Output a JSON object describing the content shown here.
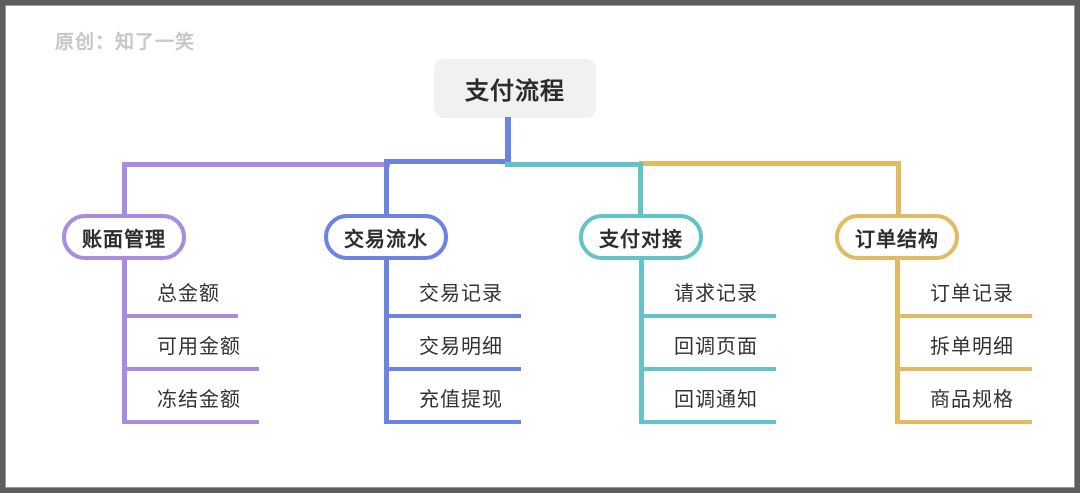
{
  "watermark": "原创：知了一笑",
  "root": {
    "label": "支付流程",
    "box_bg": "#f1f1f3"
  },
  "branches": [
    {
      "label": "账面管理",
      "color": "#a78ce0",
      "children": [
        "总金额",
        "可用金额",
        "冻结金额"
      ]
    },
    {
      "label": "交易流水",
      "color": "#6b83e2",
      "children": [
        "交易记录",
        "交易明细",
        "充值提现"
      ]
    },
    {
      "label": "支付对接",
      "color": "#64c3c5",
      "children": [
        "请求记录",
        "回调页面",
        "回调通知"
      ]
    },
    {
      "label": "订单结构",
      "color": "#e2ba62",
      "children": [
        "订单记录",
        "拆单明细",
        "商品规格"
      ]
    }
  ],
  "palette": {
    "purple": "#a78ce0",
    "blue": "#6b83e2",
    "teal": "#64c3c5",
    "gold": "#e2ba62",
    "watermark_gray": "#c7c7c7",
    "frame_gray": "#5d5d5d"
  }
}
